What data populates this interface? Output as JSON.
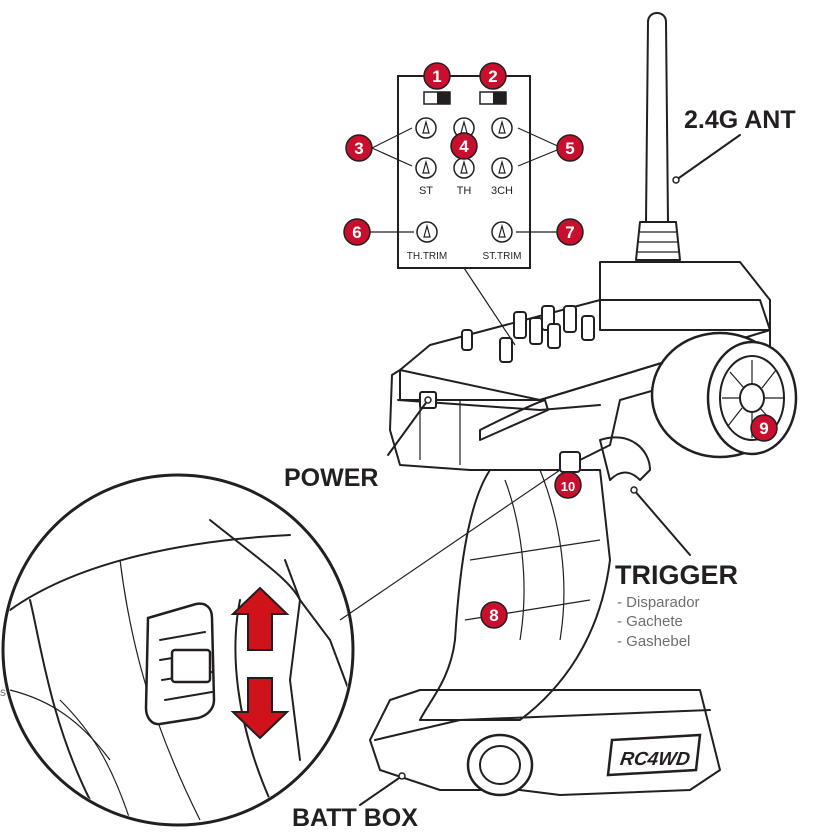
{
  "colors": {
    "badge": "#c8102e",
    "arrow": "#d0121b",
    "ink": "#231f20",
    "muted": "#6d6e71"
  },
  "labels": {
    "antenna": "2.4G ANT",
    "power": "POWER",
    "trigger": "TRIGGER",
    "trigger_translations": [
      "- Disparador",
      "- Gachete",
      "- Gashebel"
    ],
    "batt_box": "BATT BOX",
    "brand": "RC4WD",
    "edge_fragment": "s"
  },
  "panel": {
    "knob_labels": {
      "st": "ST",
      "th": "TH",
      "ch3": "3CH",
      "th_trim": "TH.TRIM",
      "st_trim": "ST.TRIM"
    }
  },
  "badges": [
    "1",
    "2",
    "3",
    "4",
    "5",
    "6",
    "7",
    "8",
    "9",
    "10"
  ],
  "icons": [
    "switch-icon",
    "knob-icon",
    "arrow-up-icon",
    "arrow-down-icon",
    "wheel-icon"
  ]
}
